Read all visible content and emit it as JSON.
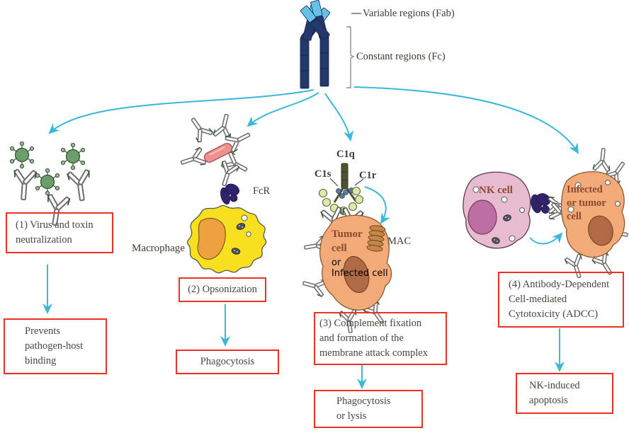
{
  "colors": {
    "arrow": "#3ab8d9",
    "box_border": "#ee3124",
    "box_text": "#4a463e",
    "label_dark": "#3f3b33",
    "cell_label": "#8a4a2f",
    "navy": "#24386b",
    "navy_dark": "#16244a",
    "light_blue": "#66c3e7",
    "outline_gray": "#6f6f6f",
    "virus_green": "#6b9e68",
    "virus_dark": "#33522f",
    "bacterium_pink": "#ef9090",
    "macrophage_yellow": "#f6e01f",
    "macrophage_nucleus": "#eea23e",
    "receptor_purple": "#312368",
    "cell_orange": "#f2aa78",
    "cell_nucleus": "#b06a45",
    "nk_pink": "#e7bcd1",
    "nk_nucleus": "#bc6fa0",
    "mac_brown": "#c58747"
  },
  "antibody": {
    "fab_label": "Variable regions (Fab)",
    "fc_label": "Constant regions (Fc)"
  },
  "branch1": {
    "box": "(1) Virus and toxin\nneutralization",
    "result": "Prevents\npathogen-host\nbinding"
  },
  "branch2": {
    "cell_label": "Macrophage",
    "receptor_label": "FcR",
    "box": "(2) Opsonization",
    "result": "Phagocytosis"
  },
  "branch3": {
    "c1q_label": "C1q",
    "c1s_label": "C1s",
    "c1r_label": "C1r",
    "cell_label": "Tumor\ncell",
    "or_label": "or",
    "overlay_label": "Infected cell",
    "mac_label": "MAC",
    "box": "(3) Complement fixation\nand formation of the\nmembrane attack complex",
    "result": "Phagocytosis\nor lysis"
  },
  "branch4": {
    "nk_label": "NK cell",
    "target_label": "Infected\nor tumor\ncell",
    "box": "(4) Antibody-Dependent\nCell-mediated\nCytotoxicity (ADCC)",
    "result": "NK-induced\napoptosis"
  }
}
